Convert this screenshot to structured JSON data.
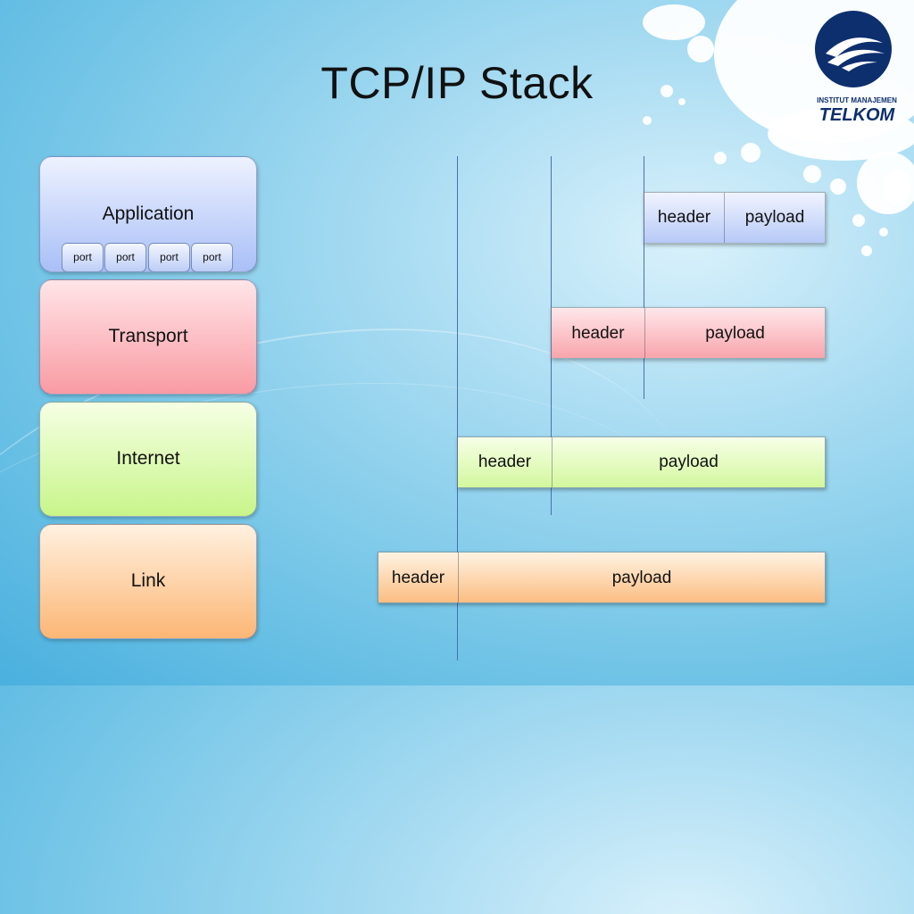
{
  "slide": {
    "title": "TCP/IP Stack"
  },
  "logo": {
    "line1": "INSTITUT MANAJEMEN",
    "line2": "TELKOM"
  },
  "layers": {
    "application": "Application",
    "transport": "Transport",
    "internet": "Internet",
    "link": "Link",
    "ports": [
      "port",
      "port",
      "port",
      "port"
    ]
  },
  "packets": {
    "application": {
      "header": "header",
      "payload": "payload"
    },
    "transport": {
      "header": "header",
      "payload": "payload"
    },
    "internet": {
      "header": "header",
      "payload": "payload"
    },
    "link": {
      "header": "header",
      "payload": "payload"
    }
  },
  "colors": {
    "application": "#a9bff7",
    "transport": "#f99ba3",
    "internet": "#c8f58a",
    "link": "#fcb675",
    "guide_lines": "#4a6fb3"
  }
}
